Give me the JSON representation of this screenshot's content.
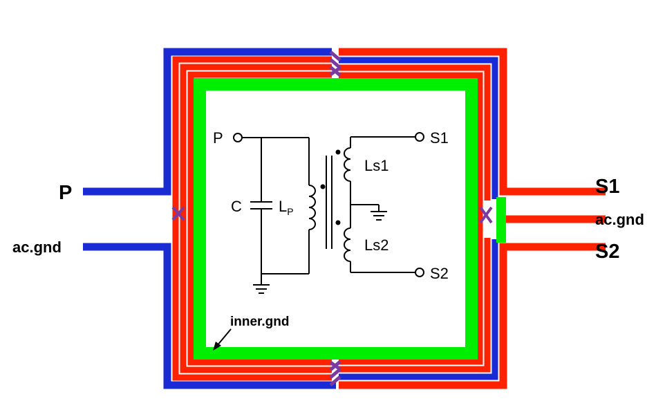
{
  "colors": {
    "blue_trace": "#1a2bd6",
    "red_trace": "#ff2200",
    "green_ground": "#00ee00",
    "ink": "#000000",
    "background": "#ffffff"
  },
  "external_labels": {
    "primary": "P",
    "primary_gnd": "ac.gnd",
    "secondary1": "S1",
    "secondary_gnd": "ac.gnd",
    "secondary2": "S2",
    "inner_gnd": "inner.gnd"
  },
  "schematic": {
    "port_p": "P",
    "port_s1": "S1",
    "port_s2": "S2",
    "cap": "C",
    "lp_main": "L",
    "lp_sub": "P",
    "ls1": "Ls1",
    "ls2": "Ls2"
  }
}
